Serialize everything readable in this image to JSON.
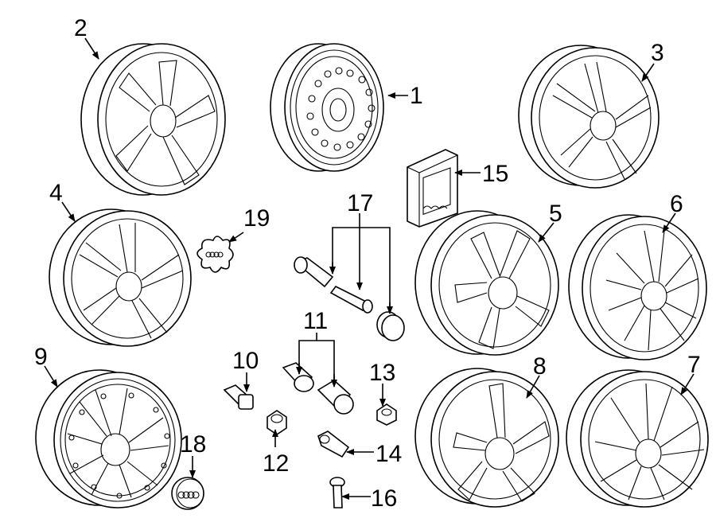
{
  "diagram": {
    "callouts": {
      "c1": "1",
      "c2": "2",
      "c3": "3",
      "c4": "4",
      "c5": "5",
      "c6": "6",
      "c7": "7",
      "c8": "8",
      "c9": "9",
      "c10": "10",
      "c11": "11",
      "c12": "12",
      "c13": "13",
      "c14": "14",
      "c15": "15",
      "c16": "16",
      "c17": "17",
      "c18": "18",
      "c19": "19"
    },
    "line_color": "#000000",
    "background": "#ffffff"
  }
}
